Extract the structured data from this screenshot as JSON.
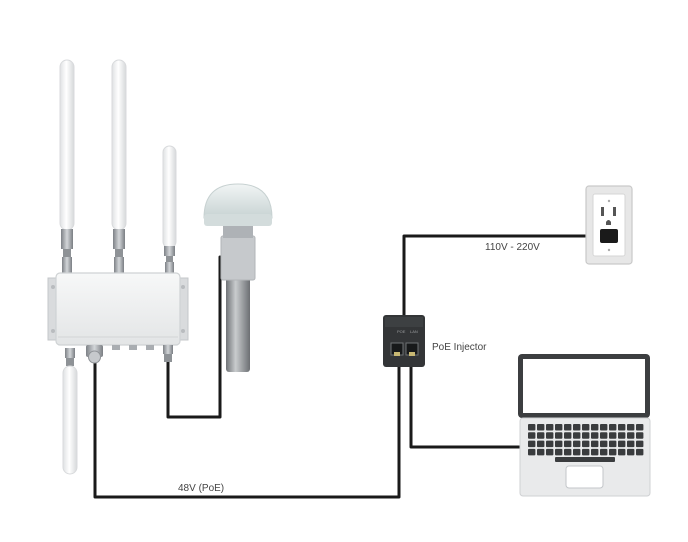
{
  "labels": {
    "mains_voltage": "110V - 220V",
    "poe_injector": "PoE Injector",
    "poe_voltage": "48V (PoE)"
  },
  "colors": {
    "cable": "#1a1a1a",
    "antenna": "#f3f4f5",
    "enclosure": "#eeeff0",
    "connector_metal": "#a9adb1",
    "gps_dome": "#dde6e6",
    "injector_body": "#333537",
    "laptop_frame": "#3c3e40",
    "laptop_body": "#e9eaeb",
    "outlet_plate": "#e7e7e7",
    "label_text": "#444444"
  },
  "icons": {
    "outdoor_unit": "outdoor-access-point-icon",
    "gps": "gps-antenna-icon",
    "injector": "poe-injector-icon",
    "outlet": "wall-outlet-icon",
    "computer": "laptop-icon"
  }
}
